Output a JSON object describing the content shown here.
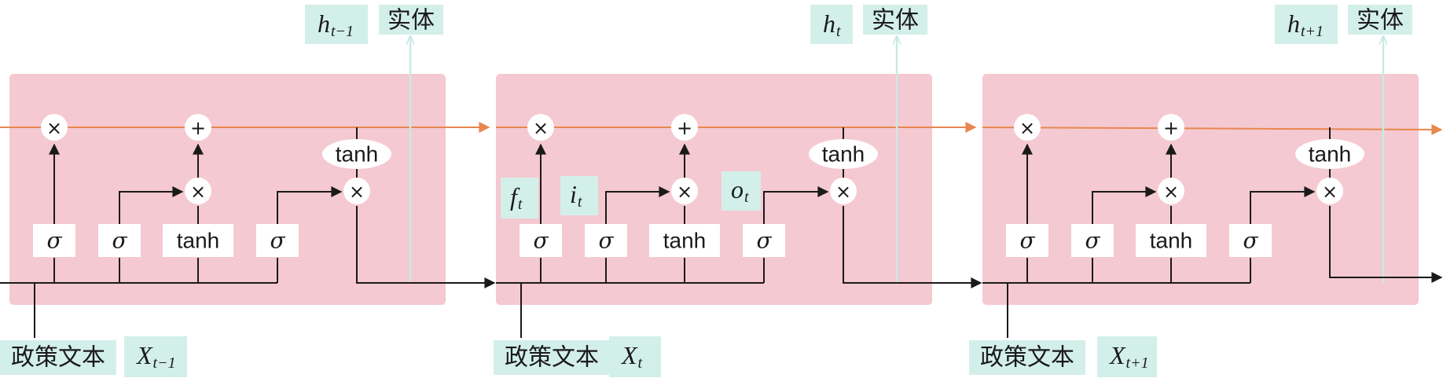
{
  "colors": {
    "cell_background": "#f5c9d1",
    "cell_state_line": "#e8874f",
    "label_background": "#d3efe9",
    "output_line": "#c8ebe6",
    "wire": "#1a1a1a"
  },
  "operators": {
    "multiply": "×",
    "add": "+"
  },
  "gates": {
    "sigma": "σ",
    "tanh": "tanh"
  },
  "cells": [
    {
      "entity_label": "实体",
      "hidden_state": {
        "base": "h",
        "sub": "t−1"
      },
      "input_text": "政策文本",
      "input_var": {
        "base": "X",
        "sub": "t−1"
      }
    },
    {
      "entity_label": "实体",
      "hidden_state": {
        "base": "h",
        "sub": "t"
      },
      "input_text": "政策文本",
      "input_var": {
        "base": "X",
        "sub": "t"
      },
      "gate_labels": {
        "forget": {
          "base": "f",
          "sub": "t"
        },
        "input": {
          "base": "i",
          "sub": "t"
        },
        "output": {
          "base": "o",
          "sub": "t"
        }
      }
    },
    {
      "entity_label": "实体",
      "hidden_state": {
        "base": "h",
        "sub": "t+1"
      },
      "input_text": "政策文本",
      "input_var": {
        "base": "X",
        "sub": "t+1"
      }
    }
  ]
}
